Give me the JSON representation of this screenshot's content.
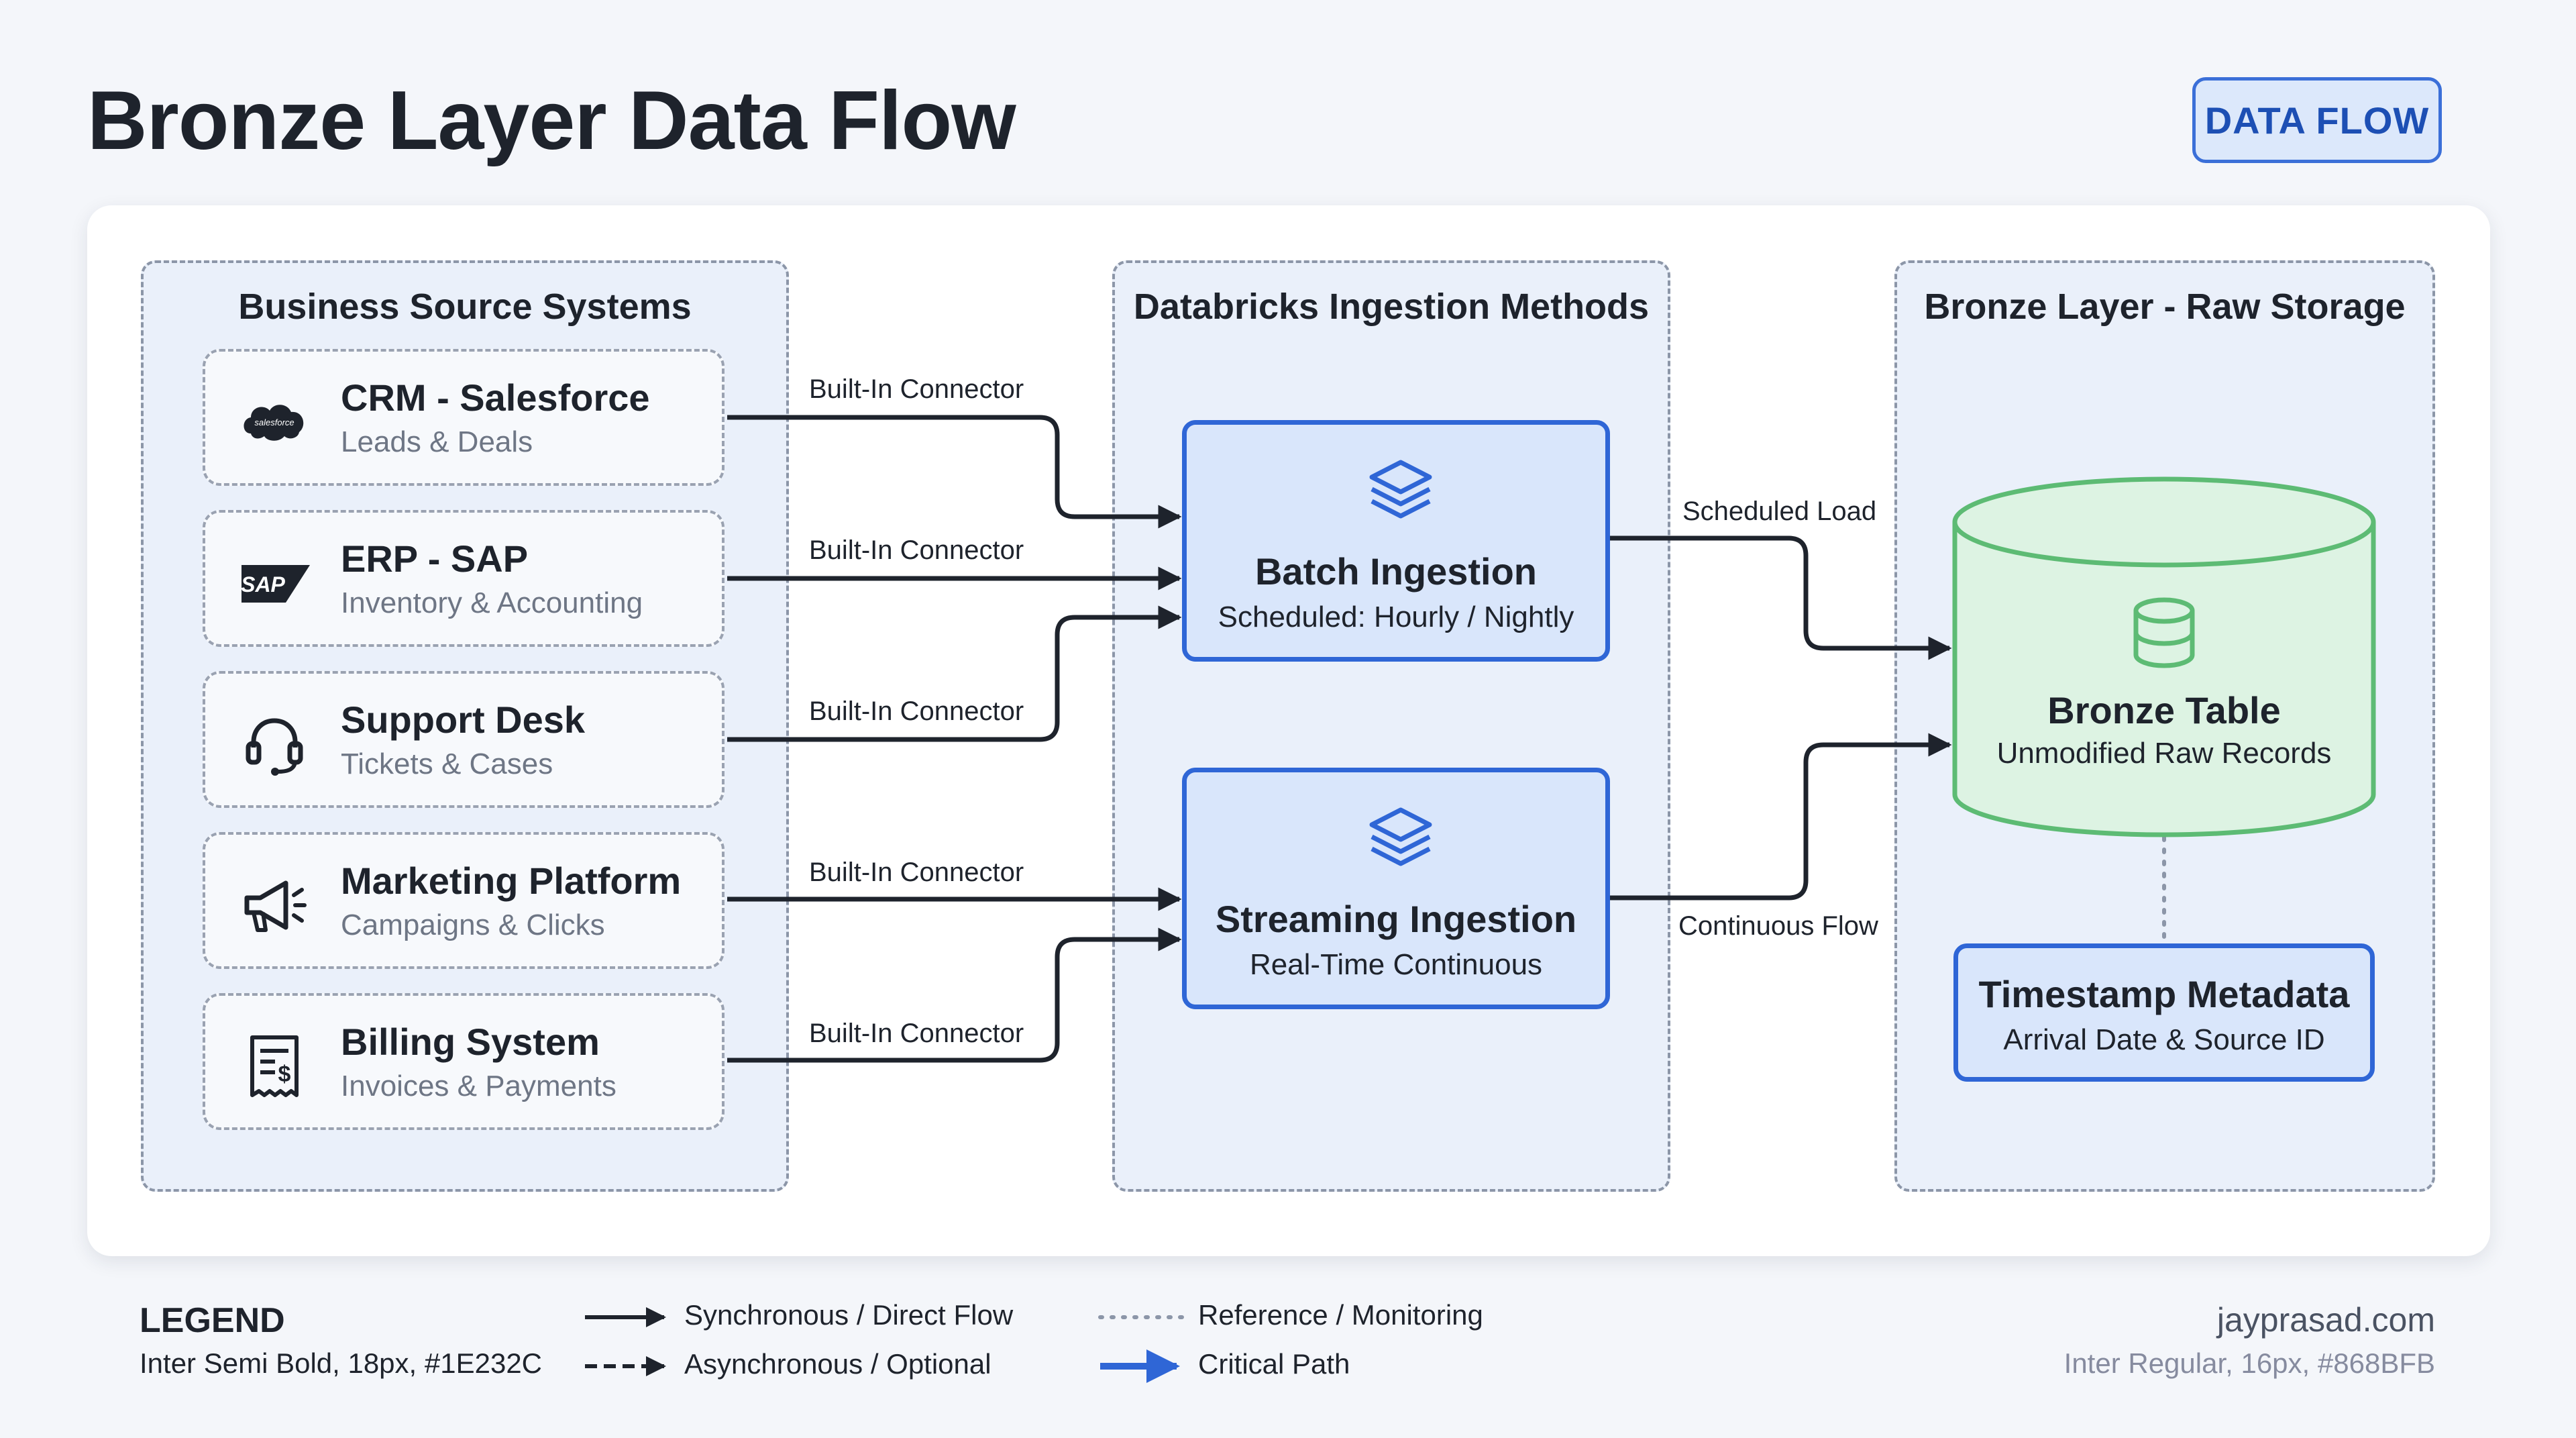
{
  "title": "Bronze Layer Data Flow",
  "badge": "DATA FLOW",
  "groups": {
    "sources": {
      "title": "Business Source Systems"
    },
    "methods": {
      "title": "Databricks Ingestion Methods"
    },
    "storage": {
      "title": "Bronze Layer - Raw Storage"
    }
  },
  "sources": [
    {
      "name": "CRM - Salesforce",
      "sub": "Leads & Deals",
      "icon": "salesforce-cloud-icon",
      "logo_text": "salesforce"
    },
    {
      "name": "ERP - SAP",
      "sub": "Inventory & Accounting",
      "icon": "sap-logo-icon",
      "logo_text": "SAP"
    },
    {
      "name": "Support Desk",
      "sub": "Tickets & Cases",
      "icon": "headset-icon"
    },
    {
      "name": "Marketing Platform",
      "sub": "Campaigns & Clicks",
      "icon": "megaphone-icon"
    },
    {
      "name": "Billing System",
      "sub": "Invoices & Payments",
      "icon": "invoice-icon"
    }
  ],
  "methods": {
    "batch": {
      "title": "Batch Ingestion",
      "sub": "Scheduled: Hourly / Nightly",
      "icon": "layers-icon"
    },
    "streaming": {
      "title": "Streaming Ingestion",
      "sub": "Real-Time Continuous",
      "icon": "layers-icon"
    }
  },
  "storage": {
    "table": {
      "title": "Bronze Table",
      "sub": "Unmodified Raw Records",
      "icon": "database-icon"
    },
    "metadata": {
      "title": "Timestamp Metadata",
      "sub": "Arrival Date & Source ID"
    }
  },
  "edges": {
    "connector_label": "Built-In Connector",
    "scheduled_load": "Scheduled Load",
    "continuous_flow": "Continuous Flow"
  },
  "legend": {
    "title": "LEGEND",
    "note": "Inter Semi Bold, 18px, #1E232C",
    "items": [
      {
        "label": "Synchronous / Direct Flow",
        "style": "solid"
      },
      {
        "label": "Asynchronous / Optional",
        "style": "dashed"
      },
      {
        "label": "Reference / Monitoring",
        "style": "dotted"
      },
      {
        "label": "Critical Path",
        "style": "critical"
      }
    ]
  },
  "footer": {
    "site": "jayprasad.com",
    "note": "Inter Regular, 16px, #868BFB"
  },
  "colors": {
    "ink": "#1E232C",
    "accent_blue": "#2F66D6",
    "method_fill": "#D9E6FB",
    "storage_green": "#5DBB74",
    "storage_fill": "#DDF3E3"
  }
}
